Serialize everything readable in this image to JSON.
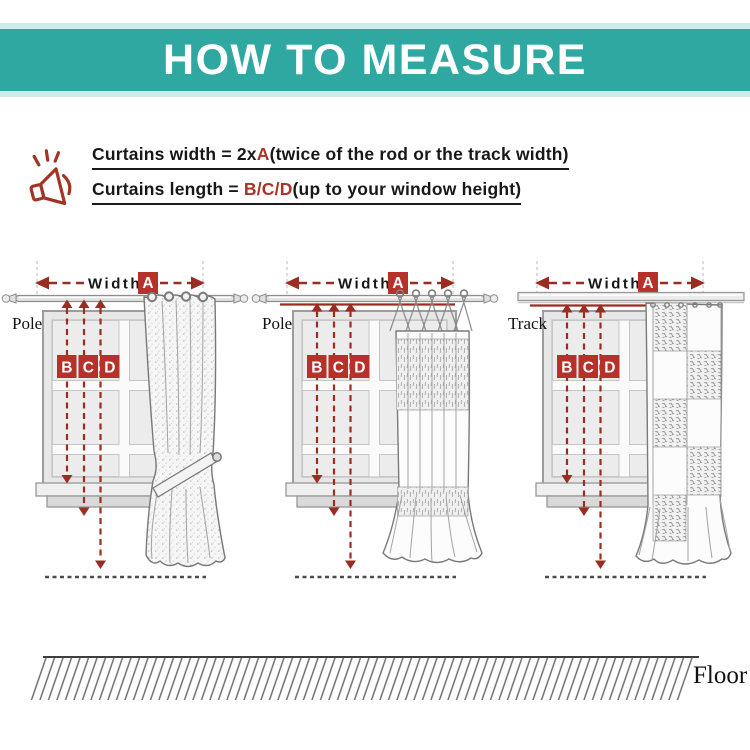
{
  "header": {
    "title": "HOW TO MEASURE"
  },
  "notice": {
    "icon": "megaphone-icon",
    "line1": {
      "prefix": "Curtains width = 2x",
      "highlight": "A",
      "suffix": "(twice of the rod or the track width)"
    },
    "line2": {
      "prefix": "Curtains length = ",
      "highlight": "B/C/D",
      "suffix": "(up to your window height)"
    }
  },
  "diagrams": [
    {
      "support": "Pole",
      "width_word": "Width",
      "width_letter": "A",
      "letters": [
        "B",
        "C",
        "D"
      ],
      "curtain_style": "grommet-curtain-with-tieback"
    },
    {
      "support": "Pole",
      "width_word": "Width",
      "width_letter": "A",
      "letters": [
        "B",
        "C",
        "D"
      ],
      "curtain_style": "tie-top-curtain-floor-length"
    },
    {
      "support": "Track",
      "width_word": "Width",
      "width_letter": "A",
      "letters": [
        "B",
        "C",
        "D"
      ],
      "curtain_style": "checkered-curtain-floor-length"
    }
  ],
  "floor": {
    "label": "Floor"
  },
  "colors": {
    "teal": "#2ea8a1",
    "teal_light": "#cdecea",
    "badge_red": "#b5312a",
    "arrow_red": "#9a2d22",
    "text": "#1a1a1a"
  }
}
